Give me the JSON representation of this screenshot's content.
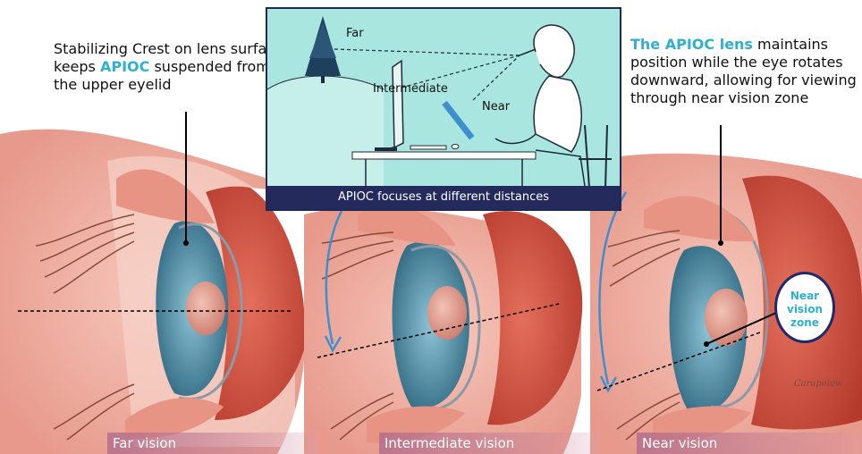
{
  "inset": {
    "label_far": "Far",
    "label_intermediate": "Intermediate",
    "label_near": "Near",
    "caption": "APIOC focuses at different distances"
  },
  "left_annotation": {
    "line1": "Stabilizing Crest on lens surface",
    "line2_pre": "keeps ",
    "line2_accent": "APIOC",
    "line2_post": " suspended from",
    "line3": "the upper eyelid"
  },
  "right_annotation": {
    "line1_accent": "The APIOC lens",
    "line1_post": " maintains",
    "line2": "position while the eye rotates",
    "line3": "downward, allowing for viewing",
    "line4": "through near vision zone"
  },
  "zone_badge": {
    "line1": "Near",
    "line2": "vision",
    "line3": "zone"
  },
  "panel_labels": {
    "far": "Far vision",
    "intermediate": "Intermediate vision",
    "near": "Near vision"
  },
  "signature": "Carapelaw",
  "colors": {
    "accent": "#2fb0cf",
    "inset_bg": "#a9e6df",
    "inset_caption_bg": "#242a5c",
    "iris": "#3f7f9a",
    "skin": "#f1b1a2",
    "eye_red": "#d6503f",
    "arrow_blue": "#3f8fcf"
  }
}
